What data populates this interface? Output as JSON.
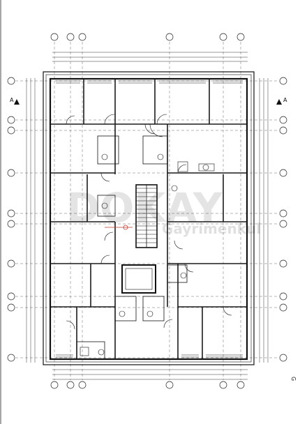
{
  "drawing": {
    "grid_axis_labels_top": [
      "",
      "",
      "",
      "",
      "",
      "",
      ""
    ],
    "grid_axis_labels_left": [
      "",
      "",
      "",
      "",
      "",
      "",
      "",
      "",
      "",
      "",
      ""
    ],
    "section_marker_left": "A",
    "section_marker_right": "A",
    "sheet_mark": "G"
  },
  "watermark": {
    "brand": "DOKAY",
    "subtitle": "Gayrimenkul"
  },
  "colors": {
    "line": "#111111",
    "wall": "#1a1a1a",
    "dim": "#333333",
    "accent_red": "#c0392b",
    "watermark": "#000000"
  }
}
